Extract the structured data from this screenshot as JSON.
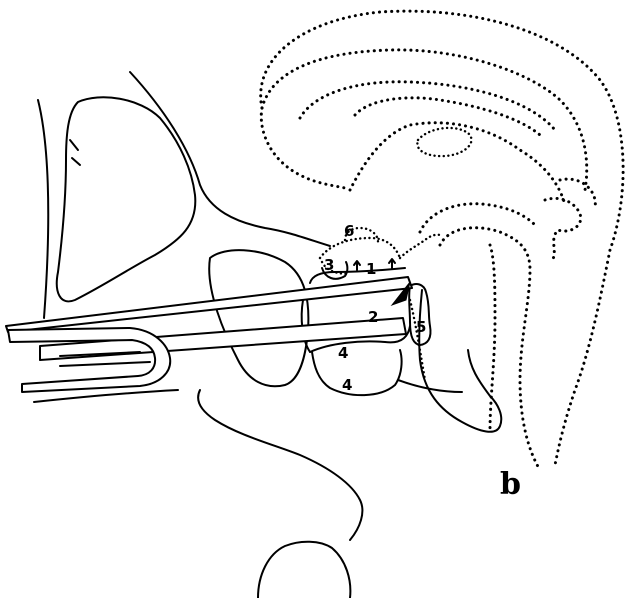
{
  "figure": {
    "panel_label": "b",
    "labels": {
      "l1": "1",
      "l2": "2",
      "l3": "3",
      "l4a": "4",
      "l4b": "4",
      "l5": "5",
      "l6": "6"
    },
    "colors": {
      "ink": "#000000",
      "background": "#ffffff"
    }
  }
}
